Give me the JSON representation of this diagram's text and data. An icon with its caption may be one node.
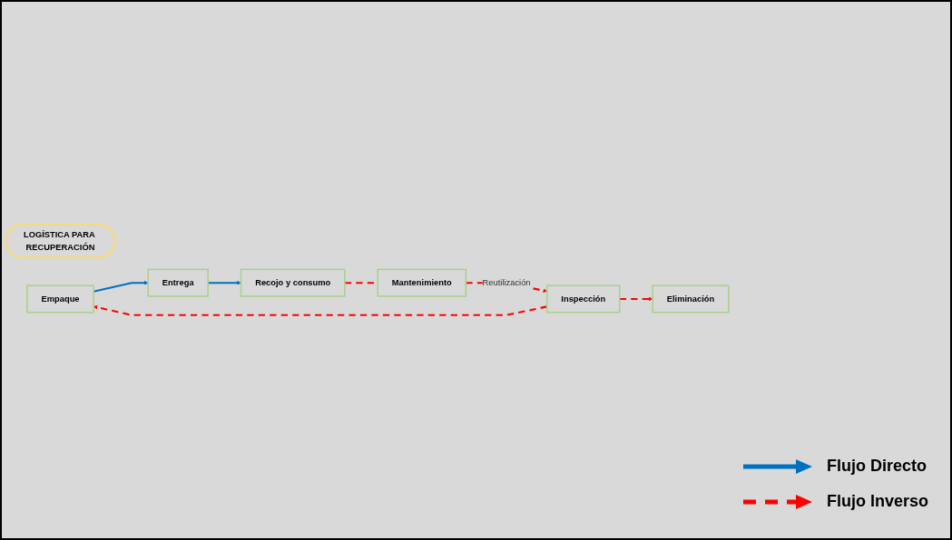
{
  "diagram": {
    "nodes": [
      {
        "text": [
          "LOGÍSTICA PARA RECUPERACIÓN"
        ]
      },
      {
        "text": [
          "Empaque"
        ]
      },
      {
        "text": [
          "Entrega"
        ]
      },
      {
        "text": [
          "Recojo y consumo"
        ]
      },
      {
        "text": [
          "Eliminación"
        ]
      },
      {
        "text": [
          "Inspección"
        ]
      },
      {
        "text": [
          "Mantenimiento"
        ]
      }
    ],
    "edges": [
      {
        "from": 1,
        "to": 2,
        "arrow": "to",
        "color": "#0070c0"
      },
      {
        "from": 2,
        "to": 3,
        "arrow": "to",
        "color": "#0070c0"
      },
      {
        "from": 3,
        "to": 6,
        "arrow": "none",
        "style": "dashed",
        "color": "#ff0000"
      },
      {
        "from": 6,
        "to": 5,
        "arrow": "to",
        "label": "Reutilización",
        "style": "dashed",
        "color": "#ff0000"
      },
      {
        "from": 5,
        "to": 1,
        "arrow": "to",
        "style": "dashed",
        "color": "#ff0000"
      },
      {
        "from": 5,
        "to": 4,
        "arrow": "to",
        "style": "dashed",
        "color": "#ff0000"
      }
    ],
    "legend": [
      {
        "text": "Flujo Directo"
      },
      {
        "text": "Flujo Inverso"
      }
    ]
  }
}
